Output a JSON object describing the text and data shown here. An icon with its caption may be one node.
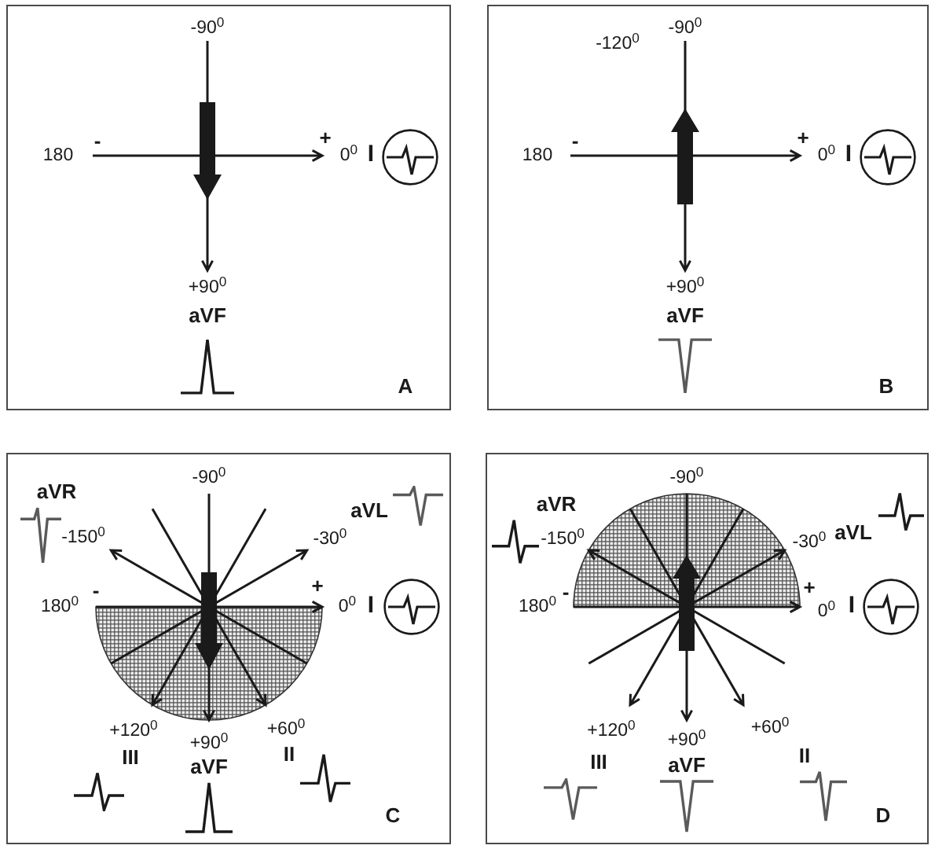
{
  "diagram": {
    "nodes": [
      {
        "text": [
          "-90$^{0}$",
          "180",
          "-",
          "+",
          "0$^{0}$",
          "I",
          "+90$^{0}$",
          "aVF",
          "A"
        ]
      },
      {
        "text": [
          "-120$^{0}$",
          "-90$^{0}$",
          "180",
          "-",
          "+",
          "0$^{0}$",
          "I",
          "+90$^{0}$",
          "aVF",
          "B"
        ]
      },
      {
        "text": [
          "-90$^{0}$",
          "aVR",
          "aVL",
          "-150$^{0}$",
          "-30$^{0}$",
          "180$^{0}$",
          "-",
          "+",
          "0$^{0}$",
          "I",
          "+120$^{0}$",
          "+60$^{0}$",
          "+90$^{0}$",
          "III",
          "II",
          "aVF",
          "C"
        ]
      },
      {
        "text": [
          "-90$^{0}$",
          "aVR",
          "-150$^{0}$",
          "-30$^{0}$",
          "aVL",
          "180$^{0}$",
          "-",
          "+",
          "0$^{0}$",
          "I",
          "+120$^{0}$",
          "+60$^{0}$",
          "+90$^{0}$",
          "III",
          "II",
          "aVF",
          "D"
        ]
      }
    ]
  }
}
